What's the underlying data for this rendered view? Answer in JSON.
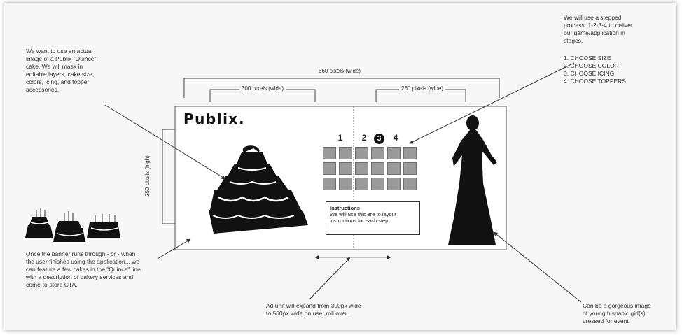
{
  "notes": {
    "cake_note": "We want to use an actual\nimage of a Publix \"Quince\"\ncake. We will mask in\neditable layers, cake size,\ncolors, icing, and topper\naccessories.",
    "steps_note": "We will use a stepped\nprocess: 1-2-3-4 to deliver\nour game/application in\nstages.",
    "steps_list": [
      "1. CHOOSE SIZE",
      "2. CHOOSE COLOR",
      "3. CHOOSE ICING",
      "4. CHOOSE TOPPERS"
    ],
    "banner_note": "Once the banner runs through - or - when\nthe user finishes using the application... we\ncan feature  a few cakes in the \"Quince\" line\nwith a description of bakery services and\ncome-to-store CTA.",
    "expand_note": "Ad unit will expand from 300px wide\nto 560px wide on user roll over.",
    "girl_note": "Can be a gorgeous image\nof young hispanic girl(s)\ndressed for event."
  },
  "dimensions": {
    "total_width": "560 pixels (wide)",
    "left_width": "300 pixels (wide)",
    "right_width": "260 pixels (wide)",
    "height": "250 pixels (high)"
  },
  "ad": {
    "logo": "Publix.",
    "steps": [
      "1",
      "2",
      "3",
      "4"
    ],
    "active_step": 3,
    "grid_rows": 3,
    "grid_cols": 6,
    "instructions_title": "Instructions",
    "instructions_text": "We will use this are to layout\ninstructions for each step."
  },
  "colors": {
    "ink": "#111111",
    "grid_fill": "#9a9a9a",
    "background": "#f7f7f7"
  }
}
